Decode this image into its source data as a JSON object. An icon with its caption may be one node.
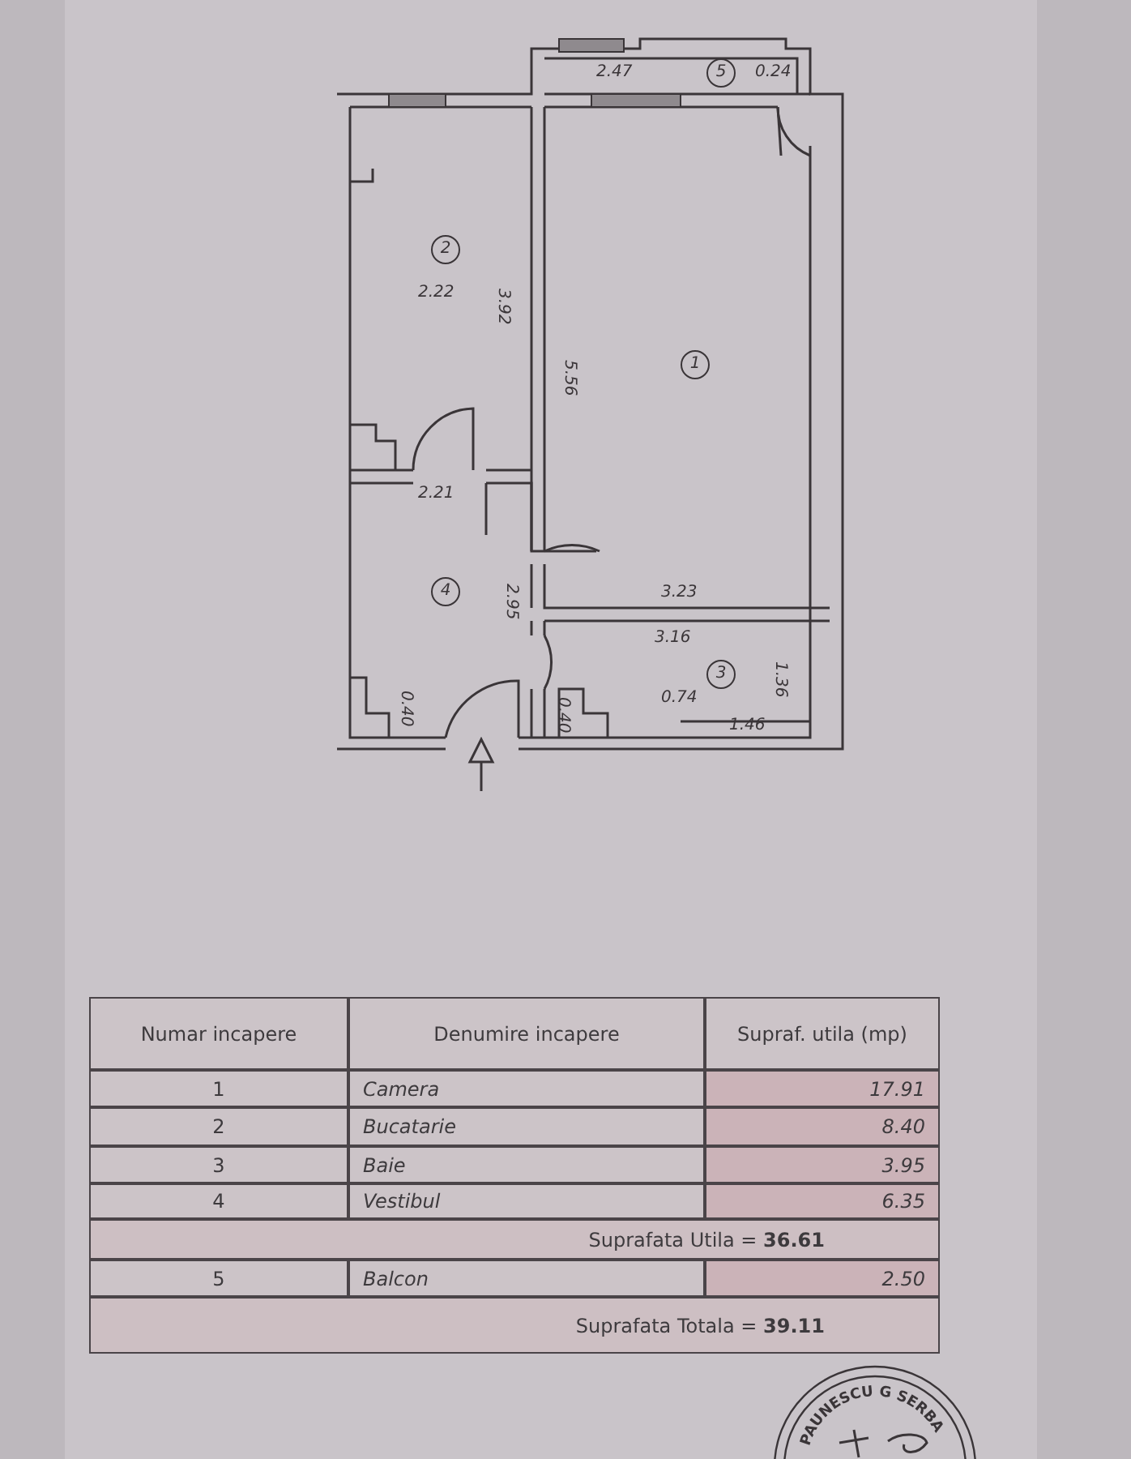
{
  "diagram": {
    "labels": [
      "2.47",
      "5",
      "0.24",
      "2",
      "2.22",
      "3.92",
      "5.56",
      "1",
      "2.21",
      "4",
      "2.95",
      "3.23",
      "3.16",
      "3",
      "1.36",
      "0.40",
      "0.74",
      "0.40",
      "1.46",
      "Numar incapere",
      "Denumire incapere",
      "Supraf. utila (mp)",
      "1",
      "Camera",
      "17.91",
      "2",
      "Bucatarie",
      "8.40",
      "3",
      "Baie",
      "3.95",
      "4",
      "Vestibul",
      "6.35",
      "Suprafata Utila = **36.61**",
      "5",
      "Balcon",
      "2.50",
      "Suprafata Totala = **39.11**",
      "PAUNESCU G SERBA"
    ]
  }
}
